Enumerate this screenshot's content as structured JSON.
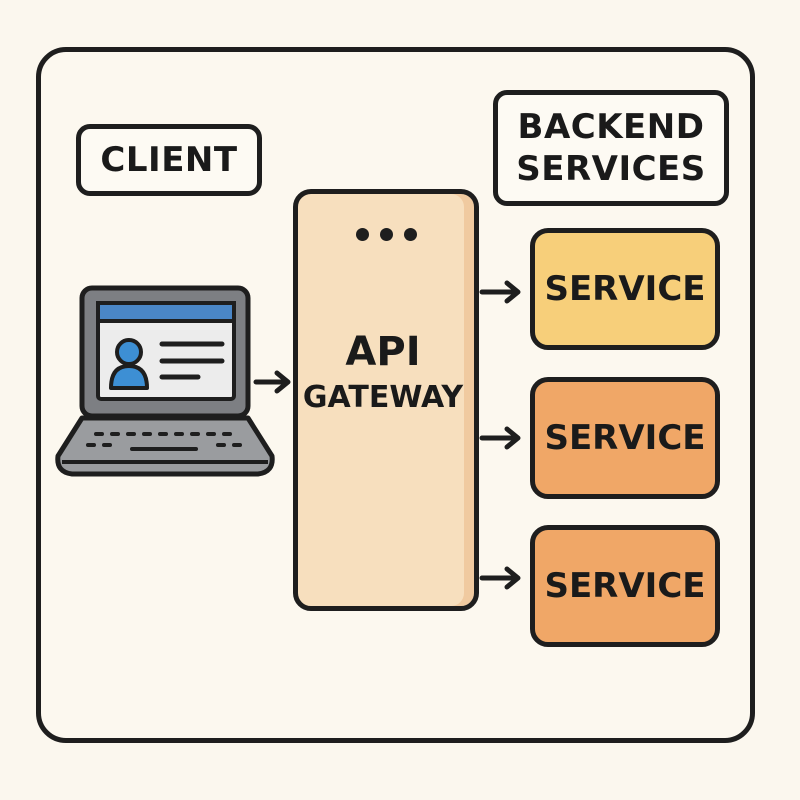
{
  "diagram": {
    "client_label": "CLIENT",
    "backend_label": [
      "BACKEND",
      "SERVICES"
    ],
    "gateway": {
      "title_line1": "API",
      "title_line2": "GATEWAY"
    },
    "services": [
      "SERVICE",
      "SERVICE",
      "SERVICE"
    ],
    "colors": {
      "background": "#fbf7ee",
      "outline": "#1e1e1e",
      "gateway_fill": "#f7dfbe",
      "service_1_fill": "#f7cf7a",
      "service_2_fill": "#f0a767",
      "service_3_fill": "#f0a767",
      "screen_header": "#4a86c6",
      "avatar": "#3d8fd4"
    },
    "icons": [
      "laptop-icon",
      "user-avatar-icon"
    ]
  }
}
